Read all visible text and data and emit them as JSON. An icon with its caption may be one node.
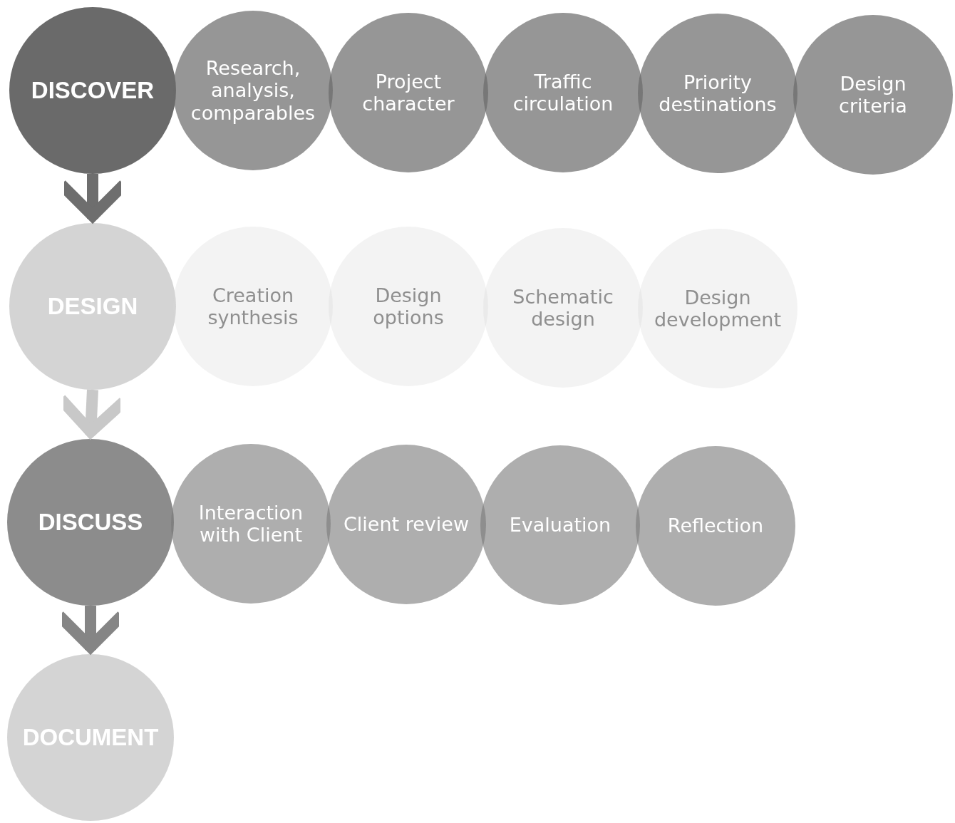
{
  "diagram": {
    "nodes": [
      {
        "text": [
          "DISCOVER"
        ]
      },
      {
        "text": [
          "Research, analysis, comparables"
        ]
      },
      {
        "text": [
          "Project character"
        ]
      },
      {
        "text": [
          "Traffic circulation"
        ]
      },
      {
        "text": [
          "Priority destinations"
        ]
      },
      {
        "text": [
          "Design criteria"
        ]
      },
      {
        "text": [
          "DESIGN"
        ]
      },
      {
        "text": [
          "Creation synthesis"
        ]
      },
      {
        "text": [
          "Design options"
        ]
      },
      {
        "text": [
          "Schematic design"
        ]
      },
      {
        "text": [
          "Design development"
        ]
      },
      {
        "text": [
          "DISCUSS"
        ]
      },
      {
        "text": [
          "Interaction with Client"
        ]
      },
      {
        "text": [
          "Client review"
        ]
      },
      {
        "text": [
          "Evaluation"
        ]
      },
      {
        "text": [
          "Reflection"
        ]
      },
      {
        "text": [
          "DOCUMENT"
        ]
      }
    ],
    "edges": [
      {
        "from": 0,
        "to": 6,
        "arrow": "to",
        "color": "#6e6e6e"
      },
      {
        "from": 6,
        "to": 11,
        "arrow": "to",
        "color": "#c8c8c8"
      },
      {
        "from": 11,
        "to": 16,
        "arrow": "to",
        "color": "#858585"
      }
    ]
  }
}
